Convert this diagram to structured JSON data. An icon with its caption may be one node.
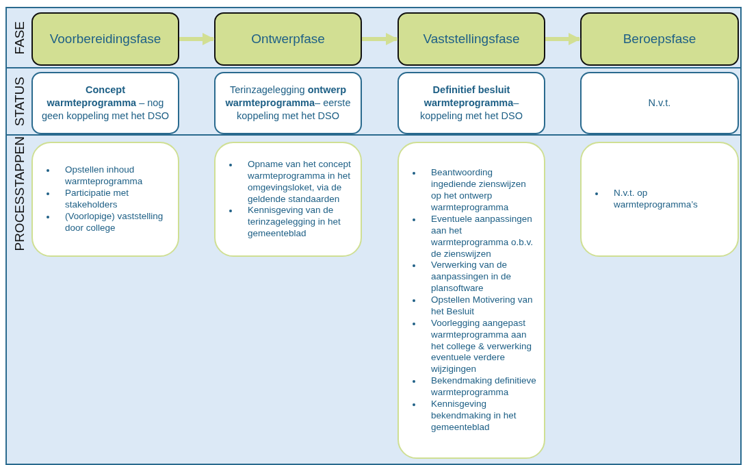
{
  "diagram": {
    "nodes": [
      {
        "text": [
          "FASE"
        ]
      },
      {
        "text": [
          "Voorbereidingsfase"
        ],
        "in": 0
      },
      {
        "text": [
          "Ontwerpfase"
        ],
        "in": 0
      },
      {
        "text": [
          "Vaststellingsfase"
        ],
        "in": 0
      },
      {
        "text": [
          "Beroepsfase"
        ],
        "in": 0
      },
      {
        "text": [
          "STATUS"
        ]
      },
      {
        "text": [
          "**Concept warmteprogramma** – nog geen koppeling met het DSO"
        ],
        "in": 5
      },
      {
        "text": [
          "Terinzagelegging **ontwerp warmteprogramma**– eerste koppeling met het DSO"
        ],
        "in": 5
      },
      {
        "text": [
          "**Definitief besluit warmteprogramma**– koppeling met het DSO"
        ],
        "in": 5
      },
      {
        "text": [
          "N.v.t."
        ],
        "in": 5
      },
      {
        "text": [
          "PROCESSTAPPEN"
        ]
      },
      {
        "text": [
          "Opstellen inhoud warmteprogramma",
          "Participatie met stakeholders",
          "(Voorlopige) vaststelling door college"
        ],
        "in": 10
      },
      {
        "text": [
          "Opname van het concept warmteprogramma in het omgevingsloket, via de geldende standaarden",
          "Kennisgeving van de terinzagelegging in het gemeenteblad"
        ],
        "in": 10
      },
      {
        "text": [
          "Beantwoording ingediende zienswijzen op het ontwerp warmteprogramma",
          "Eventuele aanpassingen aan het warmteprogramma o.b.v. de zienswijzen",
          "Verwerking van de aanpassingen in de plansoftware",
          "Opstellen Motivering van het Besluit",
          "Voorlegging aangepast warmteprogramma aan het college & verwerking eventuele verdere wijzigingen",
          "Bekendmaking definitieve warmteprogramma",
          "Kennisgeving bekendmaking in het gemeenteblad"
        ],
        "in": 10
      },
      {
        "text": [
          "N.v.t. op warmteprogramma’s"
        ],
        "in": 10
      }
    ],
    "edges": [
      {
        "from": 1,
        "to": 2,
        "arrow": "to"
      },
      {
        "from": 2,
        "to": 3,
        "arrow": "to"
      },
      {
        "from": 3,
        "to": 4,
        "arrow": "to"
      }
    ]
  }
}
